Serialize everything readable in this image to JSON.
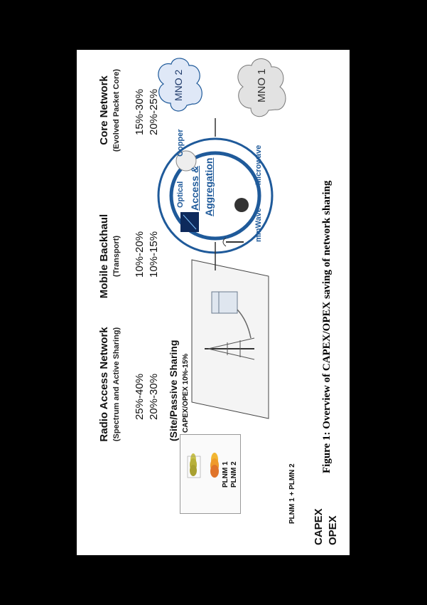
{
  "rows": {
    "capex": "CAPEX",
    "opex": "OPEX"
  },
  "columns": [
    {
      "title": "Radio Access Network",
      "subtitle": "(Spectrum and Active Sharing)",
      "capex": "25%-40%",
      "opex": "20%-30%"
    },
    {
      "title": "Mobile Backhaul",
      "subtitle": "(Transport)",
      "capex": "10%-20%",
      "opex": "10%-15%"
    },
    {
      "title": "Core Network",
      "subtitle": "(Evolved Packet Core)",
      "capex": "15%-30%",
      "opex": "20%-25%"
    }
  ],
  "site_sharing": {
    "title": "Site/Passive Sharing",
    "detail": "CAPEX/OPEX 10%-15%"
  },
  "plmn": {
    "plmn1": "PLNM 1",
    "plmn2": "PLNM 2",
    "combined": "PLNM 1 + PLMN 2"
  },
  "backhaul_circle": {
    "optical": "Optical",
    "access": "Access &",
    "aggregation": "Aggregation",
    "copper": "Copper",
    "mmwave": "mmWave",
    "microwave": "Microwave"
  },
  "clouds": {
    "mno1": "MNO 1",
    "mno2": "MNO 2"
  },
  "caption": "Figure 1: Overview of CAPEX/OPEX saving of network sharing",
  "colors": {
    "circle_stroke": "#1f5a9a",
    "cloud2_fill": "#dfe8f7",
    "cloud1_fill": "#e2e2e2",
    "plmn_box": "#f3e8a8"
  }
}
